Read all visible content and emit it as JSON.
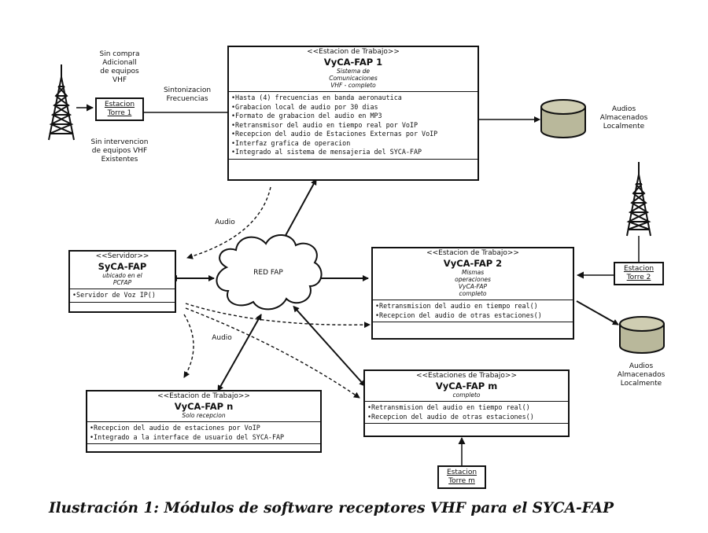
{
  "box1": {
    "stereotype": "<<Estacion de Trabajo>>",
    "name": "VyCA-FAP 1",
    "subtitle": [
      "Sistema de",
      "Comunicaciones",
      "VHF - completo"
    ],
    "attributes": [
      "•Hasta (4) frecuencias en banda aeronautica",
      "•Grabacion local de audio por 30 dias",
      "•Formato de grabacion del audio en MP3",
      "•Retransmisor del audio en tiempo real por VoIP",
      "•Recepcion del audio de Estaciones Externas por VoIP",
      "•Interfaz grafica de operacion",
      "•Integrado al sistema de mensajeria del SYCA-FAP"
    ]
  },
  "server": {
    "stereotype": "<<Servidor>>",
    "name": "SyCA-FAP",
    "subtitle": [
      "ubicado en el",
      "PCFAP"
    ],
    "attributes": [
      "•Servidor de Voz IP()"
    ]
  },
  "box2": {
    "stereotype": "<<Estacion de Trabajo>>",
    "name": "VyCA-FAP 2",
    "subtitle": [
      "Mismas",
      "operaciones",
      "VyCA-FAP",
      "completo"
    ],
    "attributes": [
      "•Retransmision del audio en tiempo real()",
      "•Recepcion del audio de otras estaciones()"
    ]
  },
  "boxm": {
    "stereotype": "<<Estaciones de Trabajo>>",
    "name": "VyCA-FAP m",
    "subtitle": [
      "completo"
    ],
    "attributes": [
      "•Retransmision del audio en tiempo real()",
      "•Recepcion del audio de otras estaciones()"
    ]
  },
  "boxn": {
    "stereotype": "<<Estacion de Trabajo>>",
    "name": "VyCA-FAP n",
    "subtitle": [
      "Solo recepcion"
    ],
    "attributes": [
      "•Recepcion del audio de estaciones por VoIP",
      "•Integrado a la interface de usuario del SYCA-FAP"
    ]
  },
  "towers": {
    "t1": [
      "Estacion",
      "Torre 1"
    ],
    "t2": [
      "Estacion",
      "Torre 2"
    ],
    "tm": [
      "Estacion",
      "Torre m"
    ]
  },
  "labels": {
    "sin_compra": [
      "Sin compra",
      "Adicionall",
      "de equipos",
      "VHF"
    ],
    "sin_intervencion": [
      "Sin intervencion",
      "de equipos VHF",
      "Existentes"
    ],
    "sintonizacion": [
      "Sintonizacion",
      "Frecuencias"
    ],
    "audios1": [
      "Audios",
      "Almacenados",
      "Localmente"
    ],
    "audios2": [
      "Audios",
      "Almacenados",
      "Localmente"
    ],
    "audio_top": "Audio",
    "audio_mid": "Audio",
    "red_fap": "RED FAP"
  },
  "caption": "Ilustración 1: Módulos de software receptores VHF para el SYCA-FAP"
}
